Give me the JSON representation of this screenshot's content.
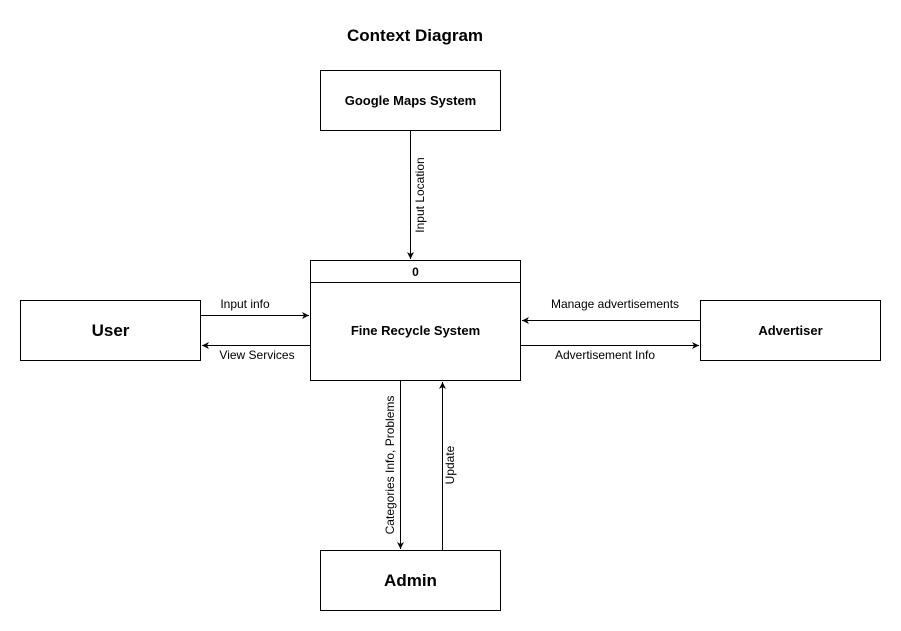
{
  "diagram": {
    "title": "Context Diagram",
    "nodes": {
      "google_maps": "Google Maps System",
      "process_number": "0",
      "process_name": "Fine Recycle System",
      "user": "User",
      "advertiser": "Advertiser",
      "admin": "Admin"
    },
    "flows": {
      "input_location": "Input Location",
      "input_info": "Input info",
      "view_services": "View Services",
      "manage_advertisements": "Manage advertisements",
      "advertisement_info": "Advertisement Info",
      "categories_info": "Categories Info, Problems",
      "update": "Update"
    },
    "colors": {
      "line": "#000000",
      "background": "#ffffff"
    }
  }
}
